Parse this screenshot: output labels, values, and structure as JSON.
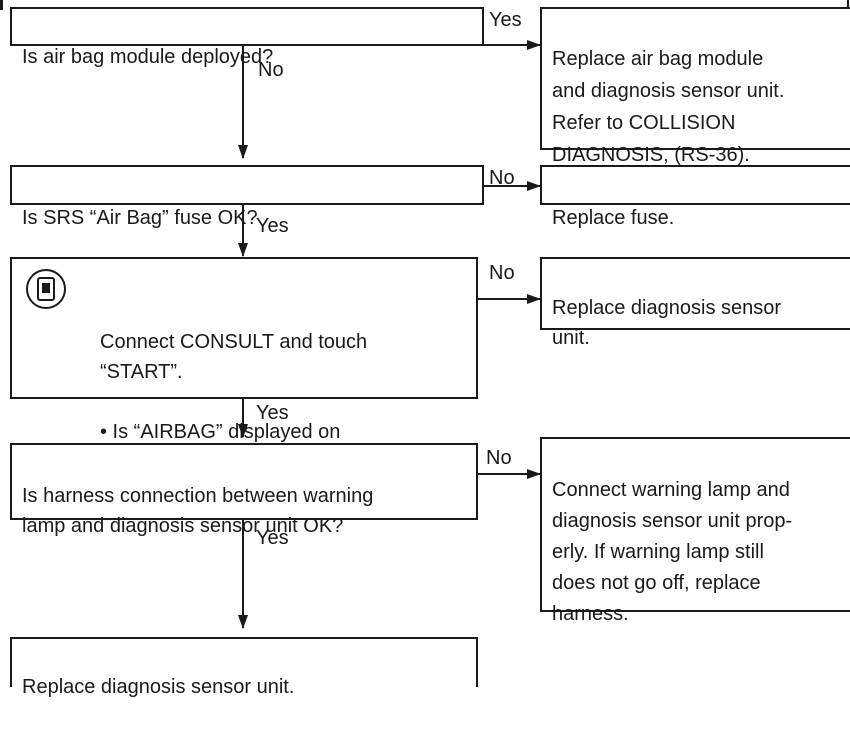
{
  "steps": [
    {
      "question": "Is air bag module deployed?"
    },
    {
      "question": "Is SRS “Air Bag” fuse OK?"
    },
    {
      "question": "Connect CONSULT and touch\n“START”.",
      "bullet": "• Is “AIRBAG” displayed on\n   CONSULT?"
    },
    {
      "question": "Is harness connection between warning\nlamp and diagnosis sensor unit OK?"
    },
    {
      "question": "Replace diagnosis sensor unit."
    }
  ],
  "actions": [
    {
      "text": "Replace air bag module\nand diagnosis sensor unit.\nRefer to COLLISION\nDIAGNOSIS, (RS-36)."
    },
    {
      "text": "Replace fuse."
    },
    {
      "text": "Replace diagnosis sensor\nunit."
    },
    {
      "text": "Connect warning lamp and\ndiagnosis sensor unit prop-\nerly. If warning lamp still\ndoes not go off, replace\nharness."
    }
  ],
  "labels": {
    "step1_side": "Yes",
    "step1_down": "No",
    "step2_side": "No",
    "step2_down": "Yes",
    "step3_side": "No",
    "step3_down": "Yes",
    "step4_side": "No",
    "step4_down": "Yes"
  },
  "icons": {
    "consult": "consult-tester-icon"
  }
}
